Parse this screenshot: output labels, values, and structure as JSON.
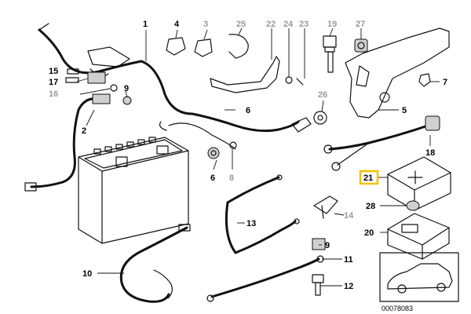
{
  "diagram": {
    "labels": {
      "l1": "1",
      "l2": "2",
      "l3": "3",
      "l4": "4",
      "l5": "5",
      "l6a": "6",
      "l6b": "6",
      "l7": "7",
      "l8": "8",
      "l9a": "9",
      "l9b": "9",
      "l10": "10",
      "l11": "11",
      "l12": "12",
      "l13": "13",
      "l14": "14",
      "l15": "15",
      "l16": "16",
      "l17": "17",
      "l18": "18",
      "l19": "19",
      "l20": "20",
      "l21": "21",
      "l22": "22",
      "l23": "23",
      "l24": "24",
      "l25": "25",
      "l26": "26",
      "l27": "27",
      "l28": "28"
    },
    "highlighted_label": "21",
    "footer_code": "00078083"
  }
}
